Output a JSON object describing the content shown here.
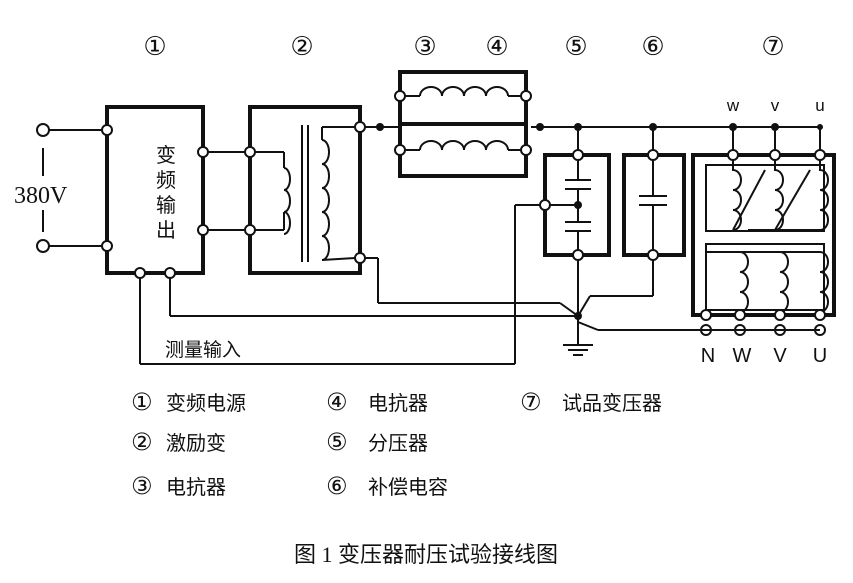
{
  "markers": {
    "m1": "①",
    "m2": "②",
    "m3": "③",
    "m4": "④",
    "m5": "⑤",
    "m6": "⑥",
    "m7": "⑦"
  },
  "supply": {
    "voltage": "380V"
  },
  "vf_box": {
    "c1": "变",
    "c2": "频",
    "c3": "输",
    "c4": "出"
  },
  "wire_label": "测量输入",
  "terminals_top": {
    "w": "w",
    "v": "v",
    "u": "u"
  },
  "terminals_bottom": {
    "n": "N",
    "w": "W",
    "v": "V",
    "u": "U"
  },
  "legend": [
    {
      "num": "①",
      "text": "变频电源"
    },
    {
      "num": "②",
      "text": "激励变"
    },
    {
      "num": "③",
      "text": "电抗器"
    },
    {
      "num": "④",
      "text": "电抗器"
    },
    {
      "num": "⑤",
      "text": "分压器"
    },
    {
      "num": "⑥",
      "text": "补偿电容"
    },
    {
      "num": "⑦",
      "text": "试品变压器"
    }
  ],
  "caption": "图 1 变压器耐压试验接线图",
  "colors": {
    "ink": "#111111",
    "background": "#ffffff"
  }
}
